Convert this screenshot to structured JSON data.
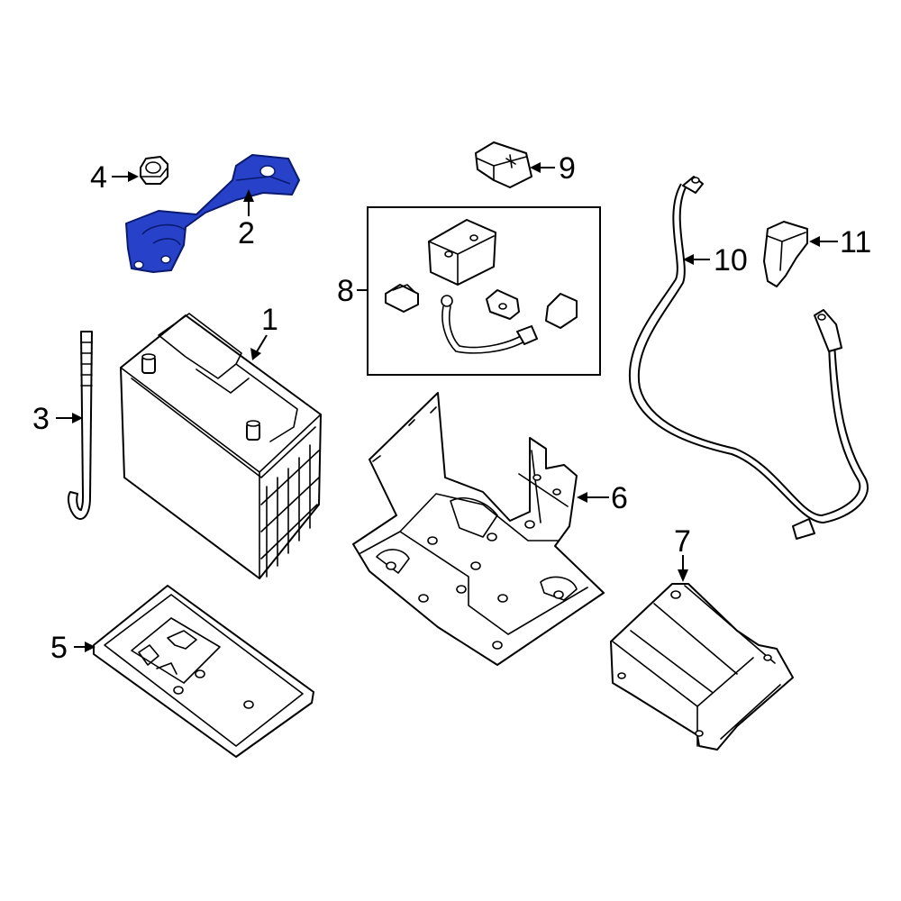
{
  "diagram": {
    "highlight_color": "#2741c8",
    "line_color": "#000000",
    "background": "#ffffff",
    "callouts": {
      "c1": "1",
      "c2": "2",
      "c3": "3",
      "c4": "4",
      "c5": "5",
      "c6": "6",
      "c7": "7",
      "c8": "8",
      "c9": "9",
      "c10": "10",
      "c11": "11"
    }
  }
}
